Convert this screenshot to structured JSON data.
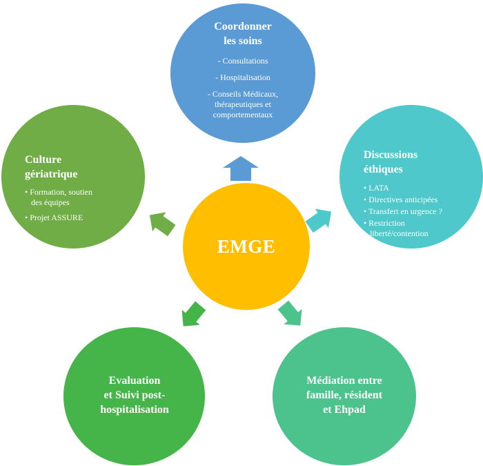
{
  "center": {
    "label": "EMGE"
  },
  "top": {
    "title_line1": "Coordonner",
    "title_line2": "les soins",
    "items": [
      "- Consultations",
      "- Hospitalisation",
      "- Conseils Médicaux,",
      "thérapeutiques et",
      "comportementaux"
    ]
  },
  "left": {
    "title_line1": "Culture",
    "title_line2": "gériatrique",
    "items": [
      "• Formation, soutien",
      "des équipes",
      "• Projet ASSURE"
    ]
  },
  "right": {
    "title_line1": "Discussions",
    "title_line2": "éthiques",
    "items": [
      "• LATA",
      "• Directives anticipées",
      "•  Transfert en urgence ?",
      "• Restriction",
      "liberté/contention"
    ]
  },
  "bottom_left": {
    "line1": "Evaluation",
    "line2": "et Suivi post-",
    "line3": "hospitalisation"
  },
  "bottom_right": {
    "line1": "Médiation entre",
    "line2": "famille, résident",
    "line3": "et Ehpad"
  },
  "colors": {
    "center": "#ffbf00",
    "top": "#5b9bd5",
    "left": "#70ad47",
    "right": "#4fc8cc",
    "bottom_left": "#46b549",
    "bottom_right": "#4cc38d"
  }
}
